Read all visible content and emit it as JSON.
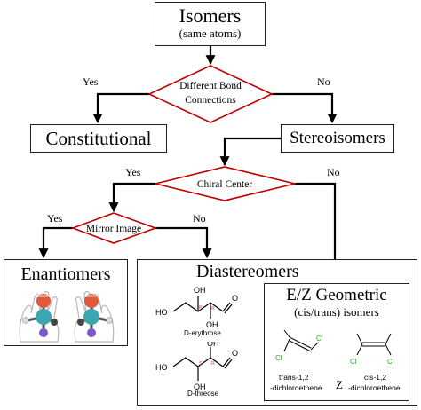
{
  "nodes": {
    "isomers": {
      "title": "Isomers",
      "subtitle": "(same atoms)"
    },
    "bond_decision": {
      "line1": "Different Bond",
      "line2": "Connections"
    },
    "constitutional": {
      "title": "Constitutional"
    },
    "stereoisomers": {
      "title": "Stereoisomers"
    },
    "chiral_decision": {
      "title": "Chiral Center"
    },
    "mirror_decision": {
      "title": "Mirror Image"
    },
    "enantiomers": {
      "title": "Enantiomers",
      "atom_label": "COOH"
    },
    "diastereomers": {
      "title": "Diastereomers",
      "molecules": [
        {
          "name": "D-erythrose",
          "oh_top": "OH",
          "oh_left": "HO",
          "oh_bottom": "OH",
          "o": "O",
          "stereo_a": "R",
          "stereo_b": "R"
        },
        {
          "name": "D-threose",
          "oh_top": "OH",
          "oh_left": "HO",
          "oh_bottom": "OH",
          "o": "O",
          "stereo_a": "S",
          "stereo_b": "R"
        }
      ]
    },
    "ez": {
      "title": "E/Z Geometric",
      "subtitle": "(cis/trans) isomers",
      "trans": {
        "line1": "trans-1,2",
        "line2": "-dichloroethene",
        "suffix": "Z",
        "cl": "Cl"
      },
      "cis": {
        "line1": "cis-1,2",
        "line2": "-dichloroethene",
        "cl": "Cl"
      }
    }
  },
  "edges": {
    "bond_yes": "Yes",
    "bond_no": "No",
    "chiral_yes": "Yes",
    "chiral_no": "No",
    "mirror_yes": "Yes",
    "mirror_no": "No"
  },
  "colors": {
    "decision_border": "#c00000",
    "box_border": "#222222",
    "line": "#000000",
    "stereo_label": "#d04040",
    "chlorine": "#2e9e2e",
    "sphere_red": "#e05a3a",
    "sphere_teal": "#3aa7b0",
    "sphere_purple": "#7a5ac8"
  }
}
